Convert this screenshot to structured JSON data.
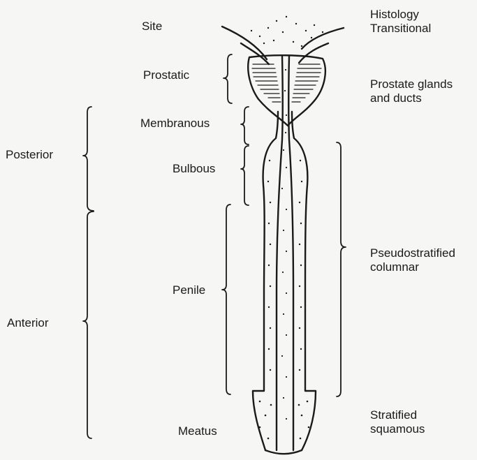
{
  "labels": {
    "site": "Site",
    "histology_1": "Histology",
    "histology_2": "Transitional",
    "prostatic": "Prostatic",
    "prostate_glands_1": "Prostate glands",
    "prostate_glands_2": "and ducts",
    "membranous": "Membranous",
    "posterior": "Posterior",
    "bulbous": "Bulbous",
    "pseudostratified_1": "Pseudostratified",
    "pseudostratified_2": "columnar",
    "penile": "Penile",
    "anterior": "Anterior",
    "stratified_1": "Stratified",
    "stratified_2": "squamous",
    "meatus": "Meatus"
  },
  "colors": {
    "background": "#f6f6f4",
    "ink": "#1a1a1a"
  }
}
